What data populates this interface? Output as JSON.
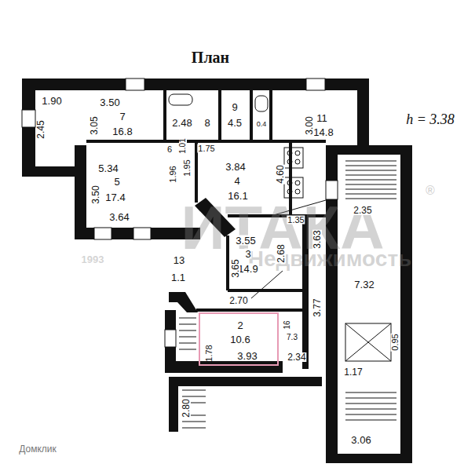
{
  "diagram": {
    "title": "План",
    "nodes": [
      {
        "text": [
          "2",
          "10.6",
          "3.93",
          "1.78"
        ]
      }
    ],
    "labels": [
      "ИТАКА",
      "®",
      "1993",
      "Недвижимость",
      "h = 3.38",
      "1.90",
      "2.45",
      "3.50",
      "7",
      "16.8",
      "3.05",
      "2.48",
      "8",
      "9",
      "4.5",
      "0.4",
      "11",
      "14.8",
      "3.00",
      "6",
      "1.01",
      "1.75",
      "5.34",
      "5",
      "17.4",
      "3.50",
      "3.64",
      "1.96",
      "1.95",
      "3.84",
      "4",
      "16.1",
      "4.60",
      "1.35",
      "2.35",
      "3.55",
      "3",
      "14.9",
      "3.65",
      "2.68",
      "3.63",
      "13",
      "1.1",
      "7.32",
      "2.70",
      "3.77",
      "16",
      "7.3",
      "2.34",
      "1.17",
      "0.95",
      "3.06",
      "2.80",
      "Домклик"
    ]
  }
}
